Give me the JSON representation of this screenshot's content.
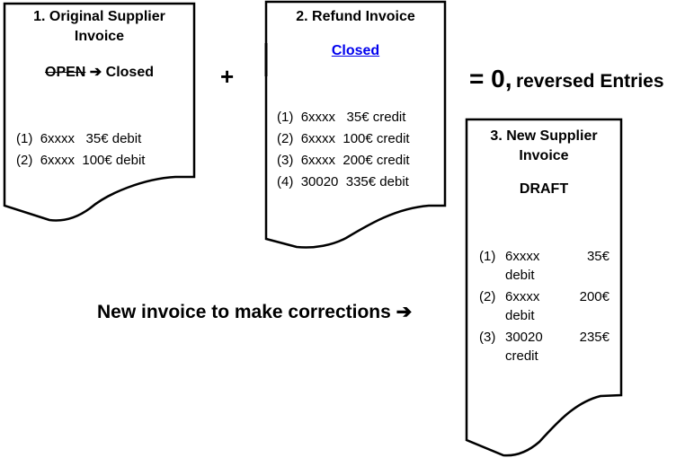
{
  "documents": [
    {
      "title_line1": "1. Original Supplier",
      "title_line2": "Invoice",
      "status_old": "OPEN",
      "status_arrow": "➔",
      "status_new": "Closed",
      "entries": [
        {
          "num": "(1)",
          "account": "6xxxx",
          "amount": "35€",
          "side": "debit"
        },
        {
          "num": "(2)",
          "account": "6xxxx",
          "amount": "100€",
          "side": "debit"
        }
      ]
    },
    {
      "title_line1": "2. Refund Invoice",
      "status": "Closed",
      "entries": [
        {
          "num": "(1)",
          "account": "6xxxx",
          "amount": "35€",
          "side": "credit"
        },
        {
          "num": "(2)",
          "account": "6xxxx",
          "amount": "100€",
          "side": "credit"
        },
        {
          "num": "(3)",
          "account": "6xxxx",
          "amount": "200€",
          "side": "credit"
        },
        {
          "num": "(4)",
          "account": "30020",
          "amount": "335€",
          "side": "debit"
        }
      ]
    },
    {
      "title_line1": "3. New Supplier",
      "title_line2": "Invoice",
      "status": "DRAFT",
      "entries": [
        {
          "num": "(1)",
          "account": "6xxxx",
          "amount": "35€",
          "side": "debit"
        },
        {
          "num": "(2)",
          "account": "6xxxx",
          "amount": "200€",
          "side": "debit"
        },
        {
          "num": "(3)",
          "account": "30020",
          "amount": "235€",
          "side": "credit"
        }
      ]
    }
  ],
  "operators": {
    "plus": "+",
    "equals": "= 0,",
    "result_text": "reversed Entries"
  },
  "caption": {
    "text": "New invoice to make corrections",
    "arrow": "➔"
  },
  "colors": {
    "link": "#0000ee",
    "stroke": "#000000"
  }
}
